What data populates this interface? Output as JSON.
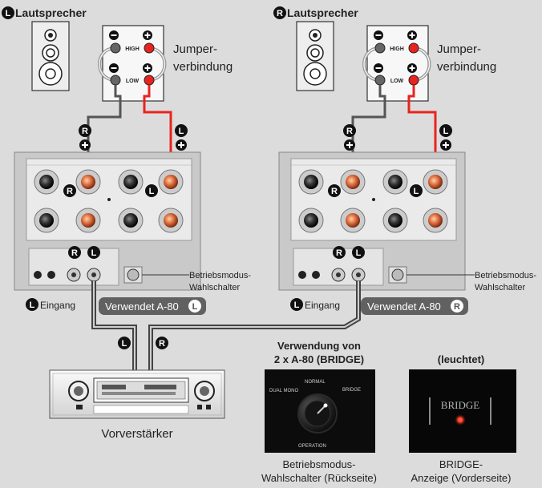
{
  "left": {
    "speaker_label": "Lautsprecher",
    "speaker_badge": "L",
    "jumper_line1": "Jumper-",
    "jumper_line2": "verbindung",
    "terminal_high": "HIGH",
    "terminal_low": "LOW",
    "cable_marker_left": "R",
    "cable_marker_right": "L",
    "input_label": "Eingang",
    "input_badge": "L",
    "uses_label": "Verwendet A-80",
    "uses_badge": "L",
    "mode_switch_line1": "Betriebsmodus-",
    "mode_switch_line2": "Wahlschalter",
    "amp_channel_badge_r": "R",
    "amp_channel_badge_l": "L",
    "xlr_badge_r": "R",
    "xlr_badge_l": "L"
  },
  "right": {
    "speaker_label": "Lautsprecher",
    "speaker_badge": "R",
    "jumper_line1": "Jumper-",
    "jumper_line2": "verbindung",
    "terminal_high": "HIGH",
    "terminal_low": "LOW",
    "cable_marker_left": "R",
    "cable_marker_right": "L",
    "input_label": "Eingang",
    "input_badge": "L",
    "uses_label": "Verwendet A-80",
    "uses_badge": "R",
    "mode_switch_line1": "Betriebsmodus-",
    "mode_switch_line2": "Wahlschalter",
    "amp_channel_badge_r": "R",
    "amp_channel_badge_l": "L",
    "xlr_badge_r": "R",
    "xlr_badge_l": "L"
  },
  "preamp": {
    "label": "Vorverstärker",
    "cable_badge_l": "L",
    "cable_badge_r": "R"
  },
  "bridge_usage": {
    "heading_line1": "Verwendung von",
    "heading_line2": "2 x A-80 (BRIDGE)",
    "dial_normal": "NORMAL",
    "dial_dual_mono": "DUAL MONO",
    "dial_bridge": "BRIDGE",
    "dial_operation": "OPERATION",
    "caption_line1": "Betriebsmodus-",
    "caption_line2": "Wahlschalter (Rückseite)"
  },
  "indicator": {
    "heading": "(leuchtet)",
    "panel_text": "BRIDGE",
    "caption_line1": "BRIDGE-",
    "caption_line2": "Anzeige (Vorderseite)"
  },
  "colors": {
    "background": "#dcdcdc",
    "positive_cable": "#e8231f",
    "negative_cable": "#777777",
    "badge": "#111111",
    "led": "#ff4a3a"
  }
}
